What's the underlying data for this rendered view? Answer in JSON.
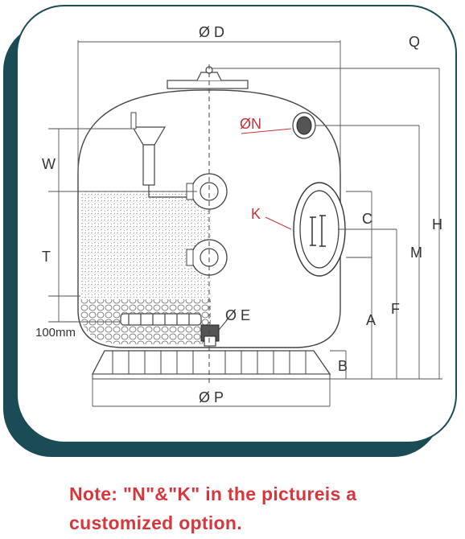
{
  "labels": {
    "q": "Q",
    "d": "Ø D",
    "n": "ØN",
    "w": "W",
    "t": "T",
    "c": "C",
    "k": "K",
    "h": "H",
    "m": "M",
    "f": "F",
    "a": "A",
    "b": "B",
    "e": "Ø E",
    "p": "Ø P",
    "mm100": "100mm"
  },
  "note": {
    "line1": "Note: \"N\"&\"K\" in the pictureis a",
    "line2": "customized option."
  },
  "colors": {
    "frame": "#1b4b55",
    "line": "#333333",
    "accent": "#c4333a"
  }
}
